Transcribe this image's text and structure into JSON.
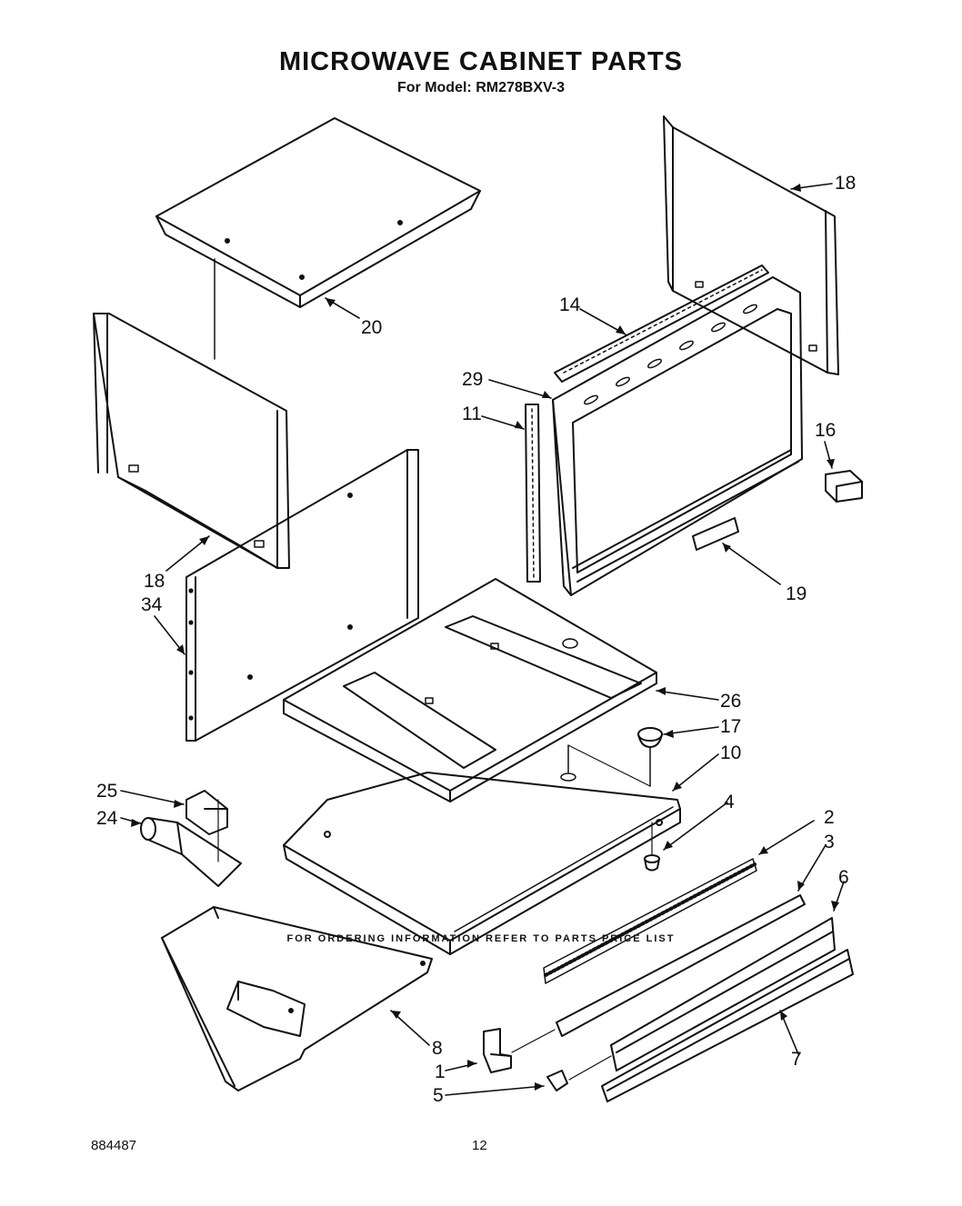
{
  "header": {
    "title": "MICROWAVE CABINET PARTS",
    "model": "For Model: RM278BXV-3"
  },
  "callouts": {
    "c18_top": "18",
    "c20": "20",
    "c14": "14",
    "c29": "29",
    "c11": "11",
    "c16": "16",
    "c19": "19",
    "c18_left": "18",
    "c34": "34",
    "c26": "26",
    "c17": "17",
    "c10": "10",
    "c25": "25",
    "c24": "24",
    "c4": "4",
    "c2": "2",
    "c3": "3",
    "c6": "6",
    "c8": "8",
    "c1": "1",
    "c5": "5",
    "c7": "7"
  },
  "footer": {
    "ordering_note": "FOR ORDERING INFORMATION REFER TO PARTS PRICE LIST",
    "doc_number": "884487",
    "page_number": "12"
  }
}
